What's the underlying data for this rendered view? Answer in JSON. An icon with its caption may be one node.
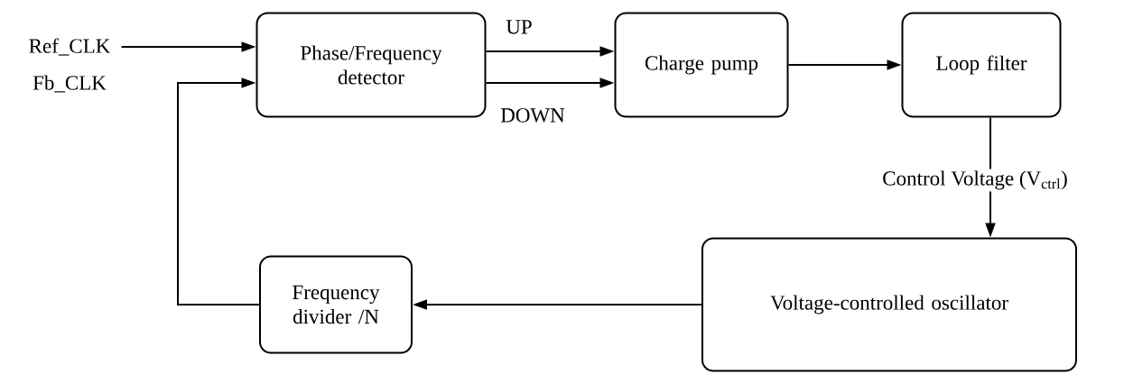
{
  "diagram": {
    "nodes": [
      {
        "text": [
          "Ref_CLK"
        ]
      },
      {
        "text": [
          "Phase/Frequency detector"
        ]
      },
      {
        "text": [
          "Charge pump"
        ]
      },
      {
        "text": [
          "Loop filter"
        ]
      },
      {
        "text": [
          "Voltage-controlled oscillator"
        ]
      },
      {
        "text": [
          "Frequency divider /N"
        ]
      }
    ],
    "edges": [
      {
        "from": 0,
        "to": 1,
        "arrow": "to"
      },
      {
        "from": 1,
        "to": 2,
        "arrow": "to",
        "label": "UP"
      },
      {
        "from": 1,
        "to": 2,
        "arrow": "to",
        "label": "DOWN"
      },
      {
        "from": 2,
        "to": 3,
        "arrow": "to"
      },
      {
        "from": 3,
        "to": 4,
        "arrow": "to",
        "label": "Control Voltage (V$_{ctrl}$)"
      },
      {
        "from": 4,
        "to": 5,
        "arrow": "to"
      },
      {
        "from": 5,
        "to": 1,
        "arrow": "to",
        "label": "Fb_CLK"
      }
    ]
  }
}
